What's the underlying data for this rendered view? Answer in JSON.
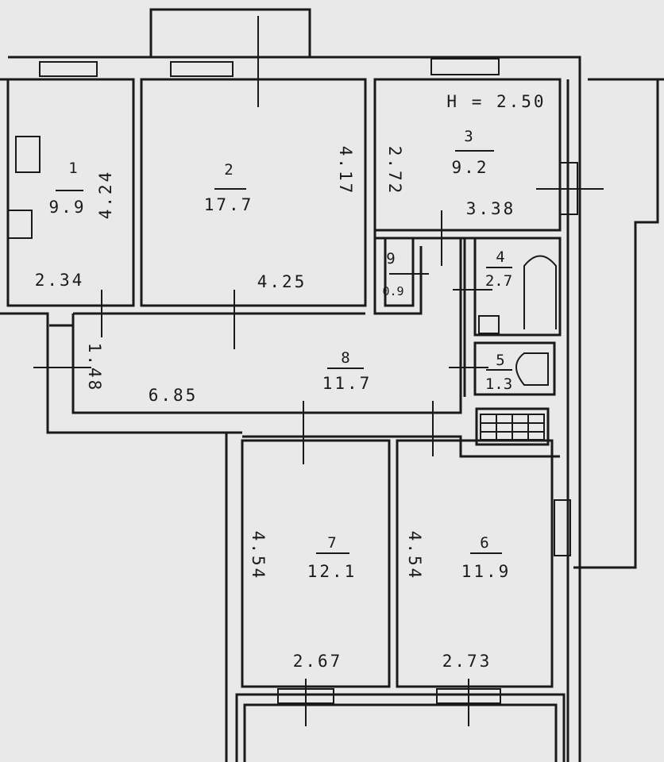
{
  "plan": {
    "ceiling_height": "H = 2.50",
    "rooms": [
      {
        "number": "1",
        "area": "9.9",
        "width": "2.34",
        "length": "4.24"
      },
      {
        "number": "2",
        "area": "17.7",
        "width": "4.25",
        "length": "4.17"
      },
      {
        "number": "3",
        "area": "9.2",
        "width": "3.38",
        "length": "2.72"
      },
      {
        "number": "4",
        "area": "2.7"
      },
      {
        "number": "5",
        "area": "1.3"
      },
      {
        "number": "6",
        "area": "11.9",
        "width": "2.73",
        "length": "4.54"
      },
      {
        "number": "7",
        "area": "12.1",
        "width": "2.67",
        "length": "4.54"
      },
      {
        "number": "8",
        "area": "11.7",
        "width": "6.85",
        "length": "1.48"
      },
      {
        "number": "9",
        "area": "0.9"
      }
    ]
  }
}
